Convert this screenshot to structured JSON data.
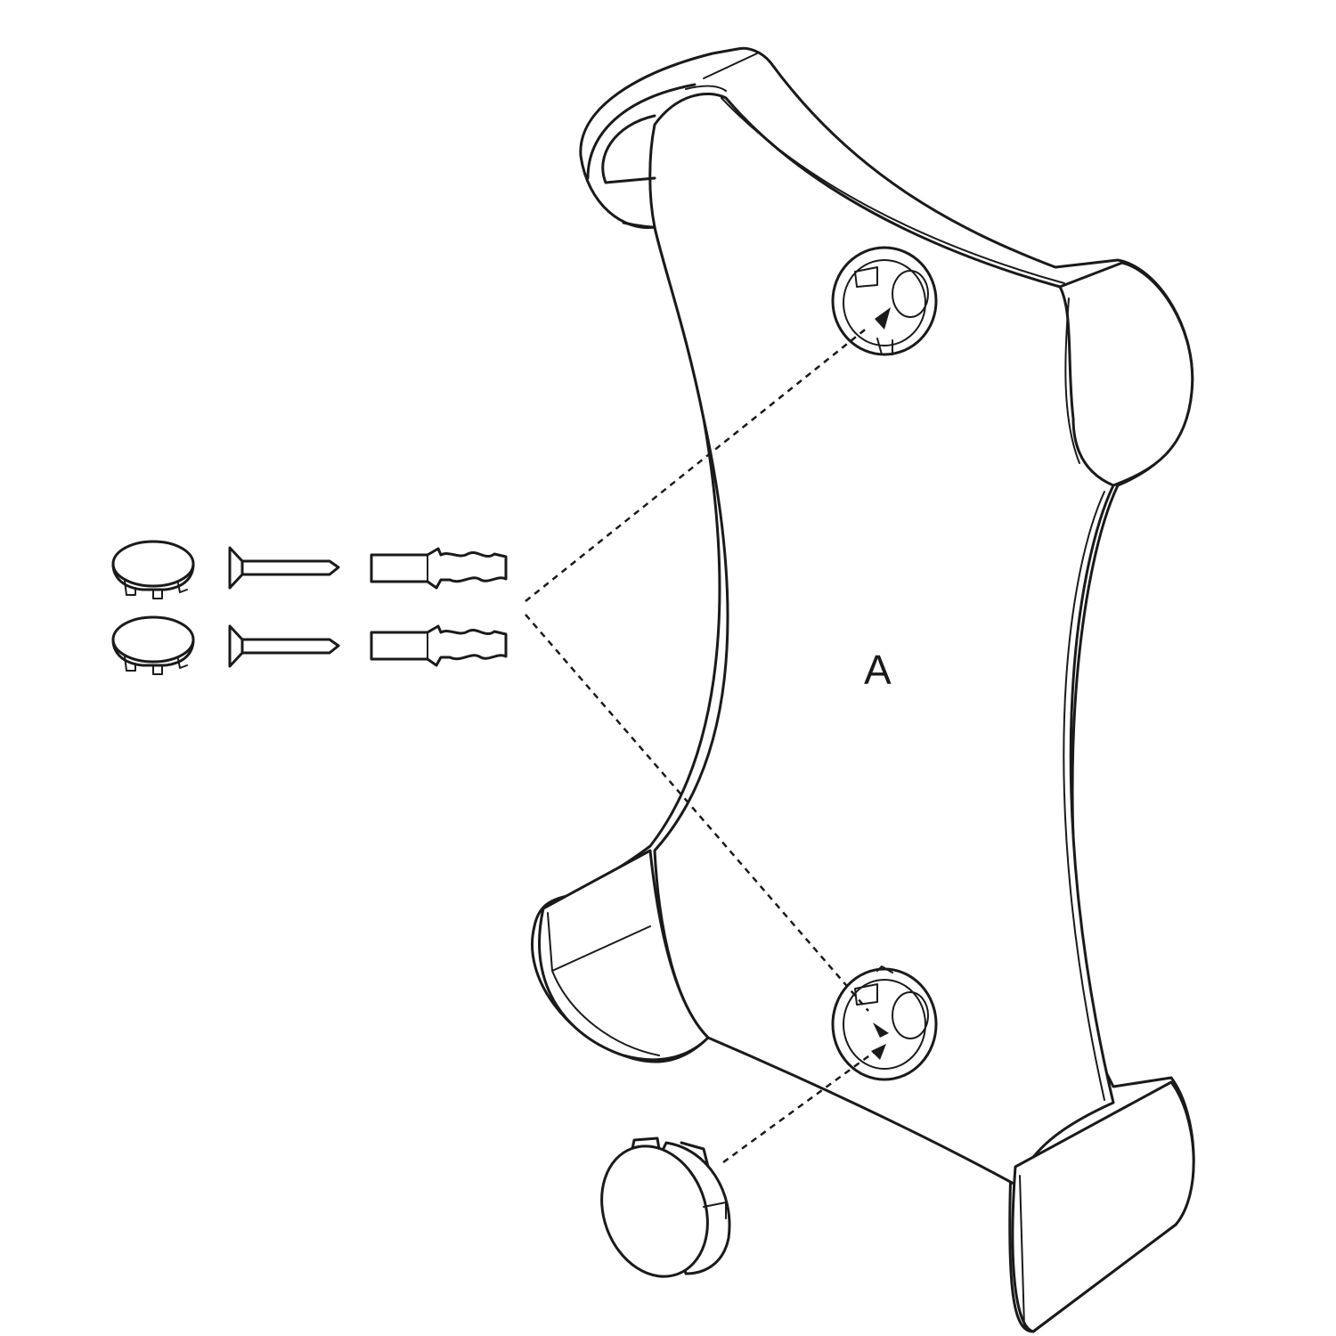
{
  "diagram": {
    "part_label": "A",
    "line_color": "#1a1a1a",
    "background_color": "#ffffff",
    "parts": {
      "plate": "mounting-plate",
      "caps": "cover-cap",
      "screws": "countersunk-screw",
      "anchors": "wall-anchor"
    },
    "hardware_sets_count": 2
  }
}
